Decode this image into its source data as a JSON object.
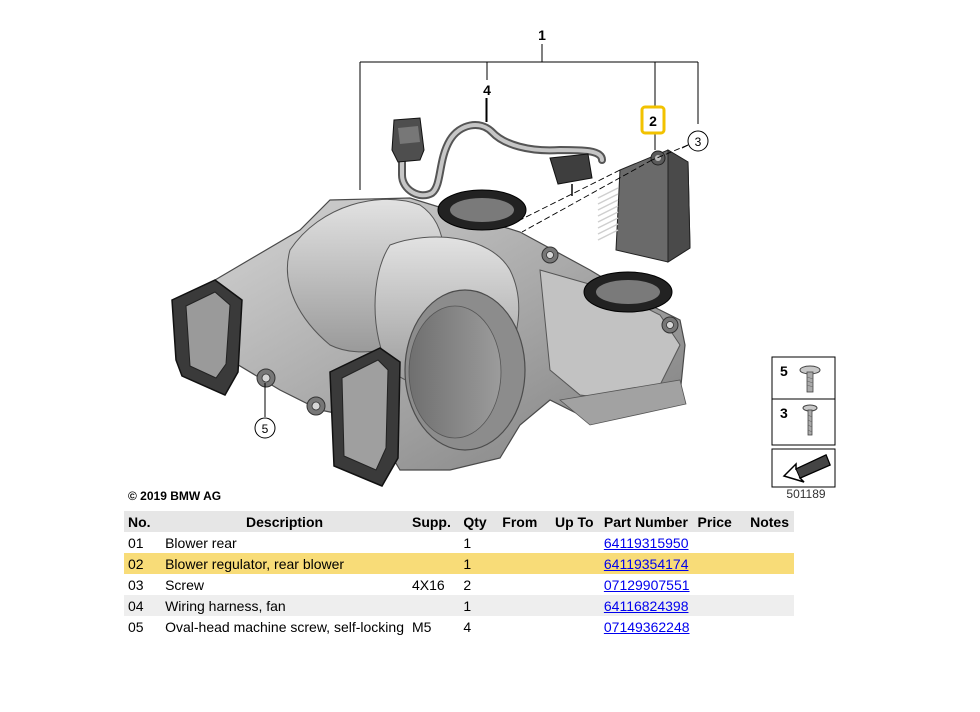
{
  "diagram": {
    "callouts": [
      "1",
      "2",
      "3",
      "4",
      "5"
    ],
    "legend_numbers": [
      "5",
      "3"
    ],
    "copyright": "© 2019 BMW AG",
    "image_number": "501189",
    "highlight_color": "#f2c200",
    "icons": [
      "blower-housing-illustration",
      "blower-regulator-illustration",
      "wiring-harness-illustration",
      "oval-head-screw-icon",
      "screw-icon",
      "arrow-icon"
    ]
  },
  "table": {
    "headers": [
      "No.",
      "Description",
      "Supp.",
      "Qty",
      "From",
      "Up To",
      "Part Number",
      "Price",
      "Notes"
    ],
    "rows": [
      {
        "no": "01",
        "description": "Blower rear",
        "supp": "",
        "qty": "1",
        "from": "",
        "upto": "",
        "part_number": "64119315950",
        "price": "",
        "notes": ""
      },
      {
        "no": "02",
        "description": "Blower regulator, rear blower",
        "supp": "",
        "qty": "1",
        "from": "",
        "upto": "",
        "part_number": "64119354174",
        "price": "",
        "notes": ""
      },
      {
        "no": "03",
        "description": "Screw",
        "supp": "4X16",
        "qty": "2",
        "from": "",
        "upto": "",
        "part_number": "07129907551",
        "price": "",
        "notes": ""
      },
      {
        "no": "04",
        "description": "Wiring harness, fan",
        "supp": "",
        "qty": "1",
        "from": "",
        "upto": "",
        "part_number": "64116824398",
        "price": "",
        "notes": ""
      },
      {
        "no": "05",
        "description": "Oval-head machine screw, self-locking",
        "supp": "M5",
        "qty": "4",
        "from": "",
        "upto": "",
        "part_number": "07149362248",
        "price": "",
        "notes": ""
      }
    ],
    "highlight_row_color": "#f8dc78"
  }
}
